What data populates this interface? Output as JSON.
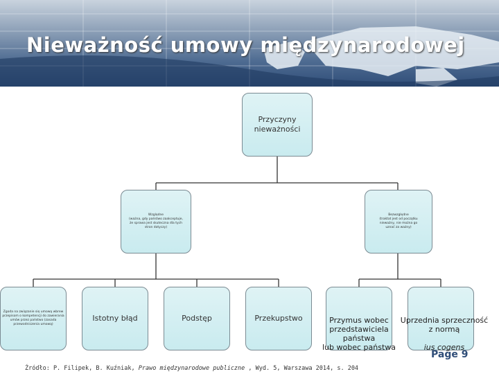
{
  "slide": {
    "title": "Nieważność umowy międzynarodowej",
    "page_label": "Page 9"
  },
  "colors": {
    "box_fill": "#d4eff2",
    "box_border": "#7a8a92",
    "banner": "#4f6c92",
    "page_label": "#2f4d78"
  },
  "diagram": {
    "root": {
      "label": "Przyczyny\nnieważności"
    },
    "branches": [
      {
        "label": "Względne\n(ważna, gdy państwo zaakceptuje,\nże sprawa jest skuteczna dla tych\nstron dotyczy)"
      },
      {
        "label": "Bezwzględne\n(traktat jest od początku\nnieważny, nie można go\nuznać za ważny)"
      }
    ],
    "leaves": [
      {
        "label": "Zgoda na związanie się umową wbrew\nprzepisom o kompetencji do zawierania\numów przez państwo (zasada\nprzewodniczenia umową)"
      },
      {
        "label": "Istotny błąd"
      },
      {
        "label": "Podstęp"
      },
      {
        "label": "Przekupstwo"
      },
      {
        "label": "Przymus wobec\nprzedstawiciela państwa\nlub wobec państwa"
      },
      {
        "label": "Uprzednia sprzeczność\nz normą",
        "italic_line": "ius cogens"
      }
    ]
  },
  "source": {
    "prefix": "Źródło: P. Filipek, B. Kuźniak, ",
    "book": "Prawo międzynarodowe publiczne",
    "suffix": " , Wyd. 5, Warszawa 2014, s. 204"
  }
}
